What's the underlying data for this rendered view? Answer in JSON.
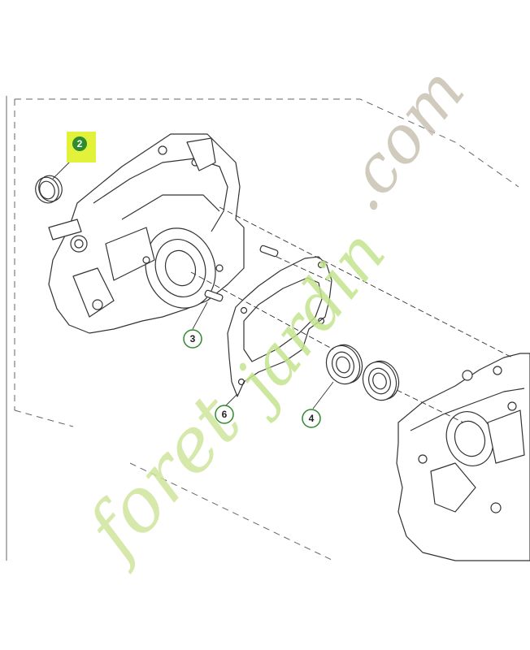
{
  "diagram": {
    "callouts": [
      {
        "number": "2",
        "highlighted": true
      },
      {
        "number": "3",
        "highlighted": false
      },
      {
        "number": "4",
        "highlighted": false
      },
      {
        "number": "6",
        "highlighted": false
      }
    ],
    "watermark": {
      "text": "foretjardin.com",
      "colors": {
        "foret": "#cfe59c",
        "jardin": "#c4e58e",
        "accent_e": "#f3c98a",
        "com": "#c9c2b3"
      }
    },
    "colors": {
      "line": "#333333",
      "dashed": "#666666",
      "callout_green": "#2e8b2e",
      "highlight": "#e2f23a"
    }
  }
}
